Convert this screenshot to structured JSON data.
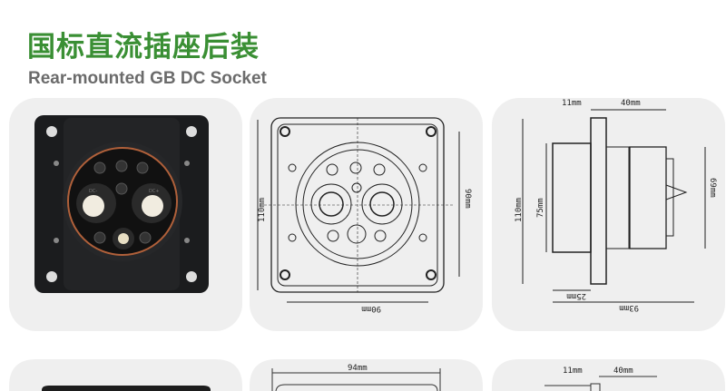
{
  "header": {
    "title_cn": "国标直流插座后装",
    "title_en": "Rear-mounted GB DC Socket"
  },
  "colors": {
    "title_green": "#3a8f34",
    "subtitle_gray": "#6b6b6b",
    "panel_bg": "#efefef"
  },
  "panels": [
    {
      "type": "photo",
      "labels": [
        "DC-",
        "DC+"
      ]
    },
    {
      "type": "front-drawing",
      "dims": {
        "height": "110mm",
        "inner": "90mm",
        "width": "90mm"
      }
    },
    {
      "type": "side-drawing",
      "dims": {
        "flange": "11mm",
        "rear": "40mm",
        "height": "110mm",
        "body": "75mm",
        "rear_height": "69mm",
        "front_depth": "25mm",
        "total": "93mm"
      }
    }
  ],
  "row2": {
    "width_dim": "94mm",
    "flange": "11mm",
    "rear": "40mm"
  }
}
